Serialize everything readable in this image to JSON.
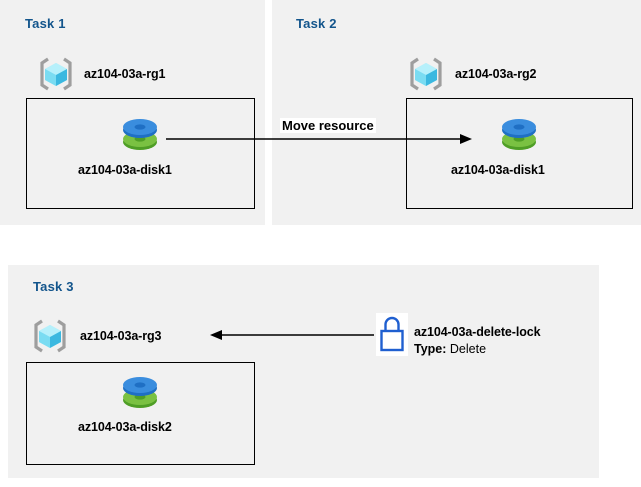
{
  "diagram": {
    "title": "Azure resource group / disk / lock task diagram",
    "background": "#ffffff",
    "panel_color": "#f1f1f1",
    "task_label_color": "#13558c",
    "box_border_color": "#000000"
  },
  "tasks": [
    {
      "id": "task-1",
      "label": "Task 1",
      "resource_group": {
        "icon": "resource-group-icon",
        "label": "az104-03a-rg1"
      },
      "resources": [
        {
          "icon": "managed-disk-icon",
          "label": "az104-03a-disk1"
        }
      ]
    },
    {
      "id": "task-2",
      "label": "Task 2",
      "resource_group": {
        "icon": "resource-group-icon",
        "label": "az104-03a-rg2"
      },
      "resources": [
        {
          "icon": "managed-disk-icon",
          "label": "az104-03a-disk1"
        }
      ]
    },
    {
      "id": "task-3",
      "label": "Task 3",
      "resource_group": {
        "icon": "resource-group-icon",
        "label": "az104-03a-rg3"
      },
      "resources": [
        {
          "icon": "managed-disk-icon",
          "label": "az104-03a-disk2"
        }
      ],
      "lock": {
        "icon": "lock-icon",
        "label": "az104-03a-delete-lock",
        "type_key": "Type:",
        "type_value": "Delete"
      }
    }
  ],
  "connectors": [
    {
      "id": "move-resource-arrow",
      "label": "Move resource",
      "direction": "left-to-right"
    },
    {
      "id": "lock-applies-arrow",
      "label": "",
      "direction": "right-to-left"
    }
  ],
  "colors": {
    "disk_top": "#3a8dde",
    "disk_bottom": "#6cb33f",
    "cube_cyan": "#6fe3f7",
    "bracket_gray": "#9e9e9e",
    "lock_blue": "#1f5fd0"
  }
}
